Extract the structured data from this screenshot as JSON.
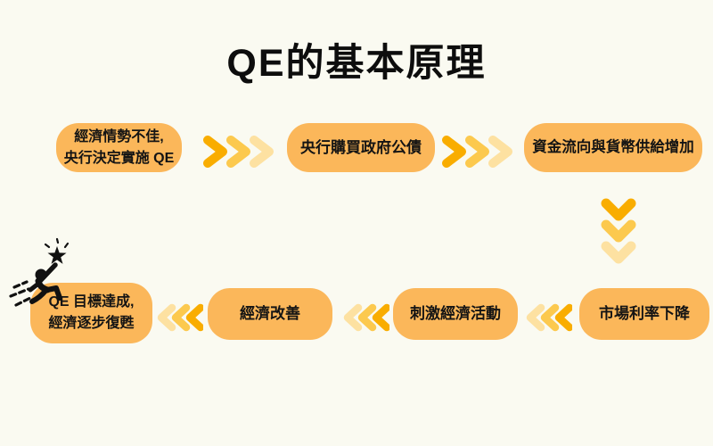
{
  "title": "QE的基本原理",
  "colors": {
    "background": "#FAFAF1",
    "box_fill": "#FBB75A",
    "box_text": "#141414",
    "title_text": "#0D0D0D",
    "chevron_dark": "#F9AD00",
    "chevron_mid": "#FCC94E",
    "chevron_light": "#FDE1A1",
    "icon_black": "#111111"
  },
  "steps": [
    {
      "id": "qe-start",
      "lines": [
        "經濟情勢不佳,",
        "央行決定實施 QE"
      ]
    },
    {
      "id": "buy-bonds",
      "lines": [
        "央行購買政府公債"
      ]
    },
    {
      "id": "money-supply",
      "lines": [
        "資金流向與貨幣供給增加"
      ]
    },
    {
      "id": "rates-down",
      "lines": [
        "市場利率下降"
      ]
    },
    {
      "id": "stimulate",
      "lines": [
        "刺激經濟活動"
      ]
    },
    {
      "id": "economy-improves",
      "lines": [
        "經濟改善"
      ]
    },
    {
      "id": "qe-goal",
      "lines": [
        "QE 目標達成,",
        "經濟逐步復甦"
      ]
    }
  ],
  "icons": {
    "arrow_right": "triple-chevron-right",
    "arrow_down": "triple-chevron-down",
    "arrow_left": "triple-chevron-left",
    "success": "leaping-person-with-star"
  }
}
